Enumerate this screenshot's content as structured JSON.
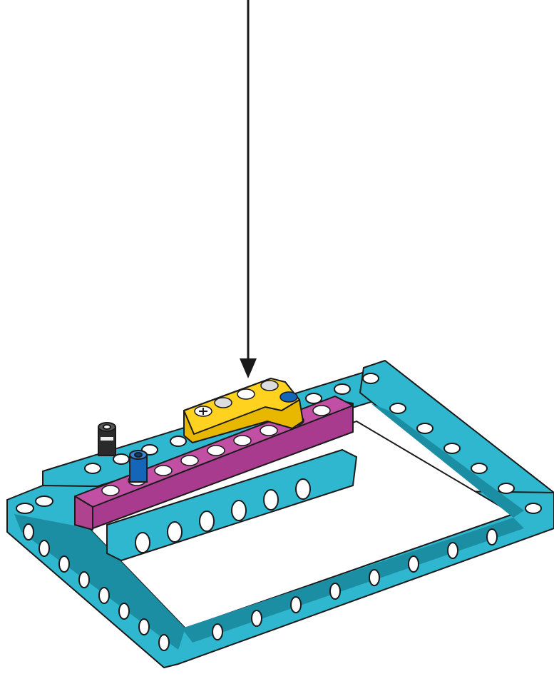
{
  "instruction": {
    "arrow_icon": "down-arrow-icon",
    "target_part": "yellow-angled-beam"
  },
  "parts": {
    "frame": {
      "name": "teal-open-frame",
      "color": "#2fb7cf"
    },
    "purple_beam": {
      "name": "magenta-beam",
      "color": "#c14fa4"
    },
    "yellow_beam": {
      "name": "yellow-angled-beam",
      "color": "#ffd21f"
    },
    "blue_pin": {
      "name": "blue-axle-pin",
      "color": "#1565b8"
    },
    "black_pin": {
      "name": "black-pin",
      "color": "#2a2a2a"
    }
  },
  "colors": {
    "outline": "#1a1a1a",
    "arrow": "#1a1a1a",
    "frame_shadow": "#1c8ea3",
    "frame_hole": "#127a8e"
  }
}
